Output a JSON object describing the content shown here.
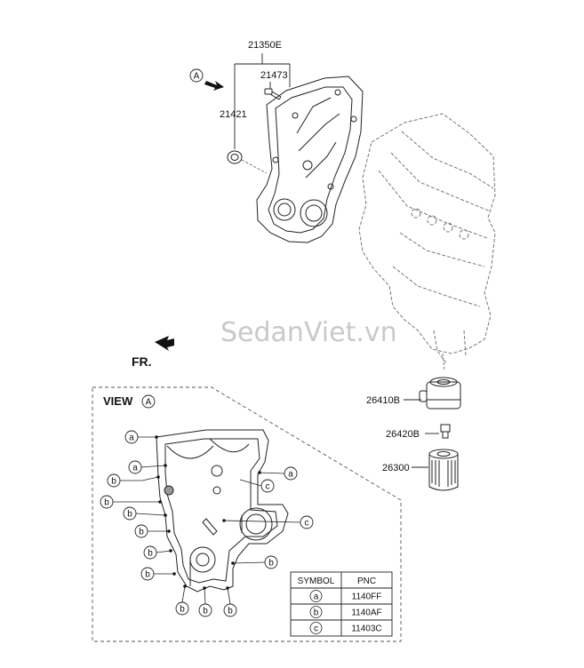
{
  "watermark": "SedanViet.vn",
  "parts": {
    "timing_cover": "21350E",
    "bolt": "21473",
    "seal": "21421",
    "oil_cooler": "26410B",
    "fitting": "26420B",
    "oil_filter": "26300"
  },
  "arrow_view_marker": "A",
  "front_label": "FR.",
  "view_panel": {
    "title": "VIEW",
    "marker": "A"
  },
  "symbols": {
    "a": "a",
    "b": "b",
    "c": "c"
  },
  "symbol_table": {
    "headers": [
      "SYMBOL",
      "PNC"
    ],
    "rows": [
      {
        "symbol": "a",
        "pnc": "1140FF"
      },
      {
        "symbol": "b",
        "pnc": "1140AF"
      },
      {
        "symbol": "c",
        "pnc": "11403C"
      }
    ]
  },
  "colors": {
    "line": "#222222",
    "dashed": "#555555",
    "watermark": "#c9c9c9"
  }
}
